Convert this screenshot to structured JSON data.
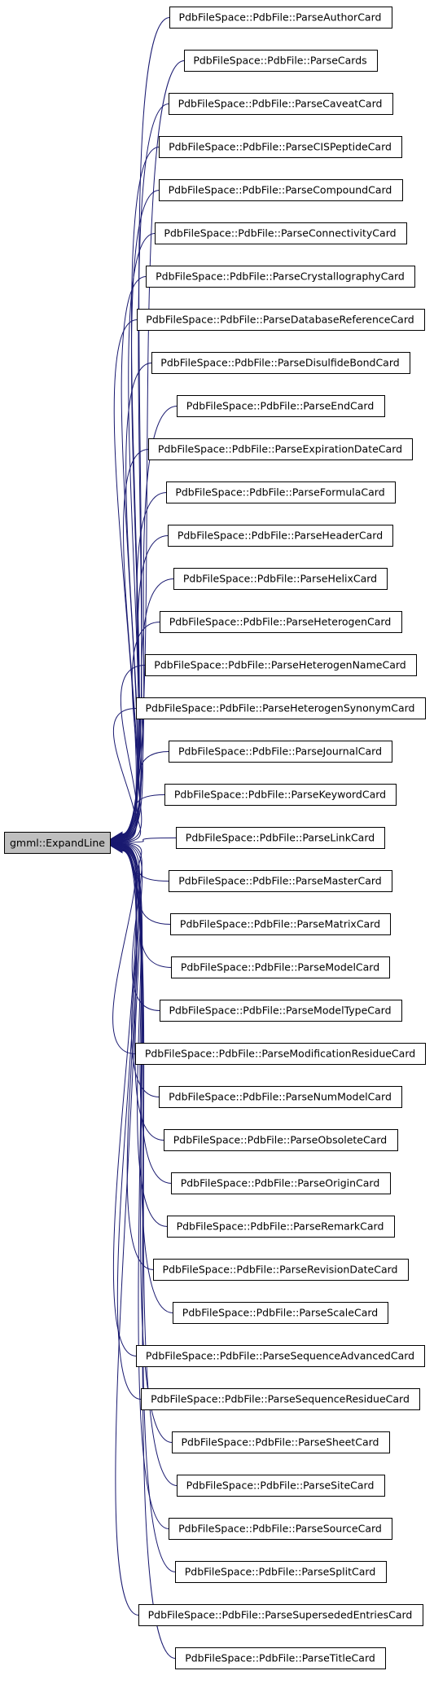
{
  "root": {
    "label": "gmml::ExpandLine"
  },
  "callers": [
    "PdbFileSpace::PdbFile::ParseAuthorCard",
    "PdbFileSpace::PdbFile::ParseCards",
    "PdbFileSpace::PdbFile::ParseCaveatCard",
    "PdbFileSpace::PdbFile::ParseCISPeptideCard",
    "PdbFileSpace::PdbFile::ParseCompoundCard",
    "PdbFileSpace::PdbFile::ParseConnectivityCard",
    "PdbFileSpace::PdbFile::ParseCrystallographyCard",
    "PdbFileSpace::PdbFile::ParseDatabaseReferenceCard",
    "PdbFileSpace::PdbFile::ParseDisulfideBondCard",
    "PdbFileSpace::PdbFile::ParseEndCard",
    "PdbFileSpace::PdbFile::ParseExpirationDateCard",
    "PdbFileSpace::PdbFile::ParseFormulaCard",
    "PdbFileSpace::PdbFile::ParseHeaderCard",
    "PdbFileSpace::PdbFile::ParseHelixCard",
    "PdbFileSpace::PdbFile::ParseHeterogenCard",
    "PdbFileSpace::PdbFile::ParseHeterogenNameCard",
    "PdbFileSpace::PdbFile::ParseHeterogenSynonymCard",
    "PdbFileSpace::PdbFile::ParseJournalCard",
    "PdbFileSpace::PdbFile::ParseKeywordCard",
    "PdbFileSpace::PdbFile::ParseLinkCard",
    "PdbFileSpace::PdbFile::ParseMasterCard",
    "PdbFileSpace::PdbFile::ParseMatrixCard",
    "PdbFileSpace::PdbFile::ParseModelCard",
    "PdbFileSpace::PdbFile::ParseModelTypeCard",
    "PdbFileSpace::PdbFile::ParseModificationResidueCard",
    "PdbFileSpace::PdbFile::ParseNumModelCard",
    "PdbFileSpace::PdbFile::ParseObsoleteCard",
    "PdbFileSpace::PdbFile::ParseOriginCard",
    "PdbFileSpace::PdbFile::ParseRemarkCard",
    "PdbFileSpace::PdbFile::ParseRevisionDateCard",
    "PdbFileSpace::PdbFile::ParseScaleCard",
    "PdbFileSpace::PdbFile::ParseSequenceAdvancedCard",
    "PdbFileSpace::PdbFile::ParseSequenceResidueCard",
    "PdbFileSpace::PdbFile::ParseSheetCard",
    "PdbFileSpace::PdbFile::ParseSiteCard",
    "PdbFileSpace::PdbFile::ParseSourceCard",
    "PdbFileSpace::PdbFile::ParseSplitCard",
    "PdbFileSpace::PdbFile::ParseSupersededEntriesCard",
    "PdbFileSpace::PdbFile::ParseTitleCard"
  ],
  "colors": {
    "edge": "#191970",
    "root_fill": "#bfbfbf",
    "node_fill": "#ffffff",
    "border": "#000000"
  }
}
